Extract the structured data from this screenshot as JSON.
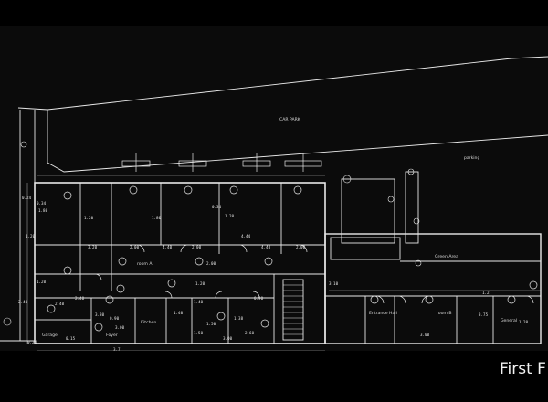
{
  "caption": {
    "text": "First F"
  },
  "plan": {
    "labels": {
      "car_park": "CAR PARK",
      "parking": "parking",
      "garage": "Garage",
      "foyer": "Foyer",
      "kitchen": "Kitchen",
      "entrance_hall": "Entrance Hall",
      "general_room": "General",
      "room_a": "room A",
      "room_b": "room B",
      "green_area": "Green Area"
    },
    "dimensions": [
      "1.80",
      "3.20",
      "0.34",
      "2.00",
      "1.80",
      "2.00",
      "0.34",
      "4.40",
      "1.20",
      "4.40",
      "4.44",
      "2.00",
      "1.20",
      "2.00",
      "1.40",
      "1.40",
      "1.20",
      "3.75",
      "1.20",
      "1.20",
      "2.40",
      "2.40",
      "3.80",
      "3.00",
      "1.50",
      "1.38",
      "0.90",
      "2.60",
      "1.50",
      "0.90",
      "3.7",
      "3.00",
      "3.00",
      "1.20",
      "2.40",
      "0.24",
      "0.24",
      "0.15",
      "1.2",
      "3.10"
    ]
  },
  "colors": {
    "background": "#000000",
    "plan_bg": "#0b0b0b",
    "lines": "#e8e8e8",
    "caption": "#f2f2f2"
  }
}
